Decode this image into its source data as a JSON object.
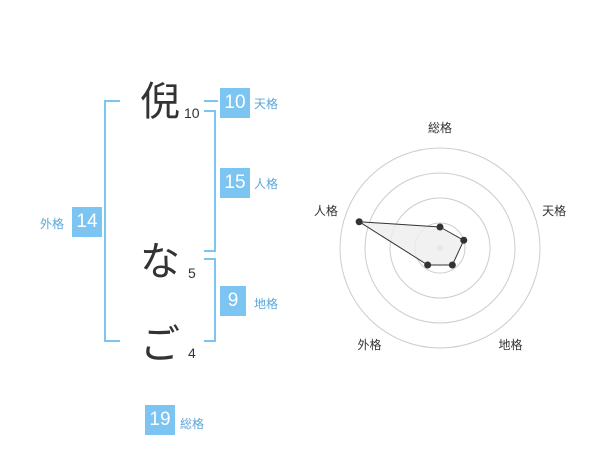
{
  "name": {
    "characters": [
      {
        "char": "倪",
        "strokes": "10"
      },
      {
        "char": "な",
        "strokes": "5"
      },
      {
        "char": "ご",
        "strokes": "4"
      }
    ]
  },
  "fortune": {
    "tenkaku": {
      "value": "10",
      "label": "天格"
    },
    "jinkaku": {
      "value": "15",
      "label": "人格"
    },
    "chikaku": {
      "value": "9",
      "label": "地格"
    },
    "gaikaku": {
      "value": "14",
      "label": "外格"
    },
    "soukaku": {
      "value": "19",
      "label": "総格"
    }
  },
  "chart_data": {
    "type": "radar",
    "axes": [
      "総格",
      "天格",
      "地格",
      "外格",
      "人格"
    ],
    "values": [
      0.21,
      0.25,
      0.21,
      0.21,
      0.85
    ],
    "rings": 4,
    "colors": {
      "fill": "#eeeeee",
      "line": "#333333",
      "grid": "#cccccc",
      "center": "#cccccc"
    }
  }
}
